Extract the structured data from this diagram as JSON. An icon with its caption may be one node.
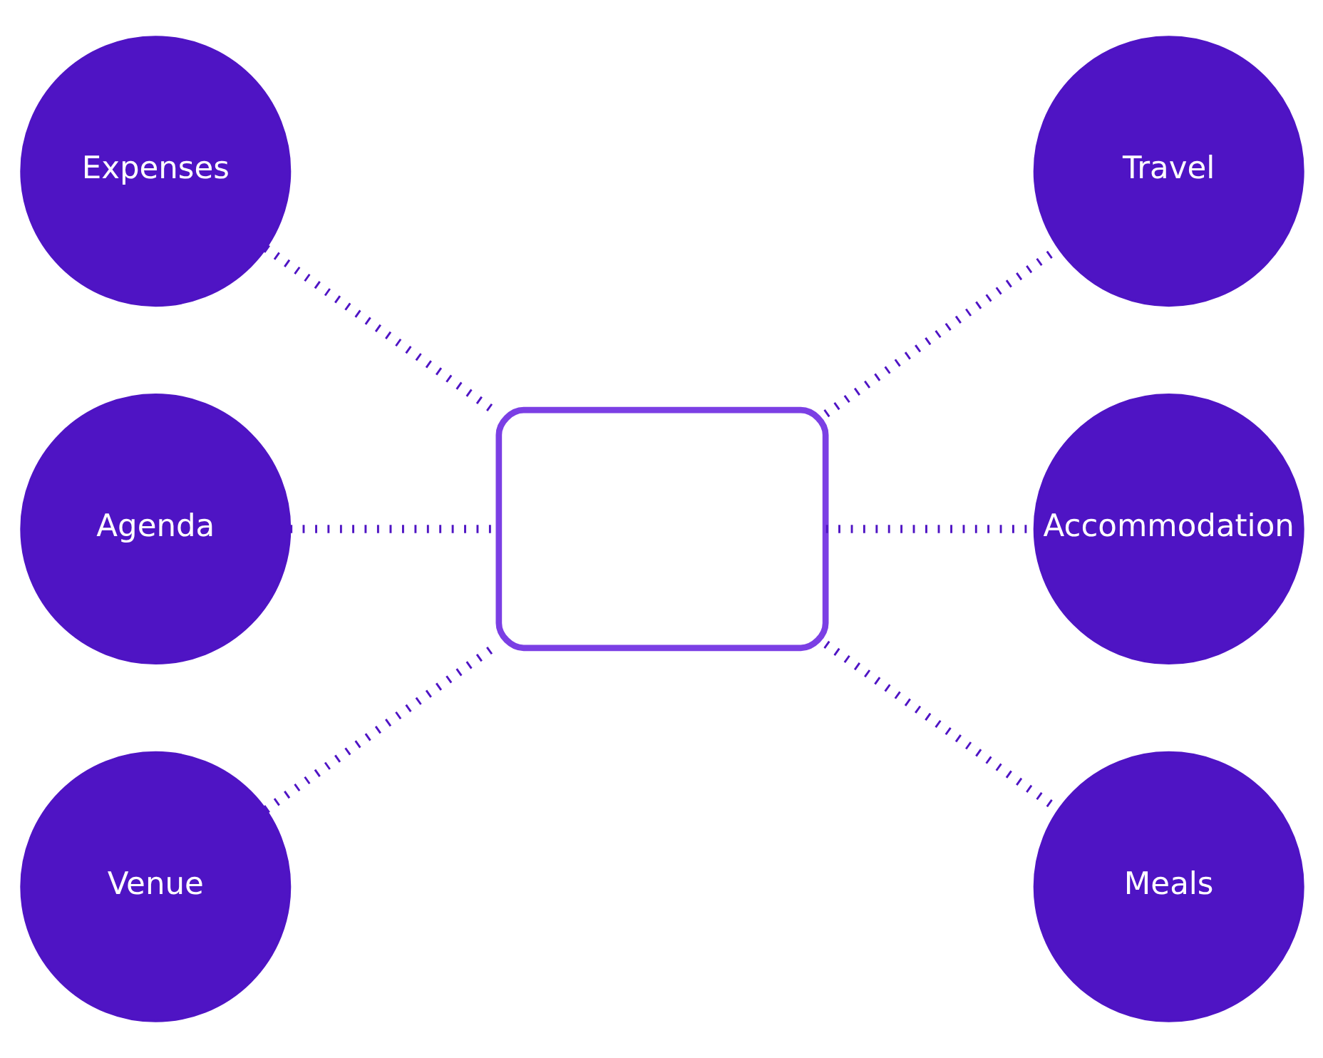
{
  "diagram": {
    "nodes": [
      {
        "text": [
          "Expenses"
        ]
      },
      {
        "text": [
          "Travel"
        ]
      },
      {
        "text": [
          "Agenda"
        ]
      },
      {
        "text": [],
        "shape": "monitor"
      },
      {
        "text": [
          "Accommodation"
        ]
      },
      {
        "text": [
          "Venue"
        ]
      },
      {
        "text": [
          "Meals"
        ]
      }
    ],
    "edges": [
      {
        "from": 0,
        "to": 3,
        "arrow": "none"
      },
      {
        "from": 3,
        "to": 1,
        "arrow": "none"
      },
      {
        "from": 2,
        "to": 3,
        "arrow": "none"
      },
      {
        "from": 3,
        "to": 4,
        "arrow": "none"
      },
      {
        "from": 5,
        "to": 3,
        "arrow": "none"
      },
      {
        "from": 3,
        "to": 6,
        "arrow": "none"
      }
    ]
  }
}
